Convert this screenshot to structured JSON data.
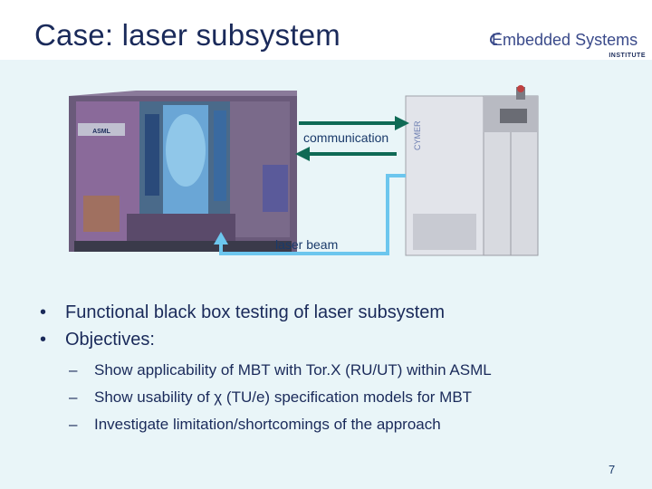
{
  "slide": {
    "title": "Case: laser subsystem",
    "page_number": "7"
  },
  "logo": {
    "name": "Embedded Systems",
    "sub": "INSTITUTE"
  },
  "figure": {
    "label_communication": "communication",
    "label_laser_beam": "laser beam",
    "machine_left_brand": "ASML",
    "machine_right_brand": "CYMER",
    "arrow_color_comm": "#0f6a55",
    "arrow_color_laser": "#6cc6ee"
  },
  "bullets": [
    {
      "marker": "•",
      "text": "Functional black box testing of laser subsystem"
    },
    {
      "marker": "•",
      "text": "Objectives:"
    }
  ],
  "sub_bullets": [
    {
      "marker": "–",
      "text": "Show applicability of MBT with Tor.X (RU/UT) within ASML"
    },
    {
      "marker": "–",
      "text": "Show usability of χ (TU/e) specification models for MBT"
    },
    {
      "marker": "–",
      "text": "Investigate limitation/shortcomings of the approach"
    }
  ]
}
